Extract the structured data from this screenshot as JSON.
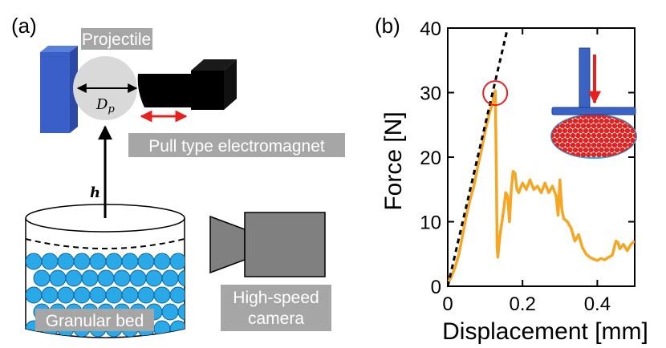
{
  "panel_a": {
    "label": "(a)",
    "projectile_label": "Projectile",
    "diameter_symbol": "D",
    "diameter_subscript": "p",
    "electromagnet_label": "Pull type electromagnet",
    "height_symbol": "h",
    "bed_label": "Granular bed",
    "camera_label_line1": "High-speed",
    "camera_label_line2": "camera",
    "colors": {
      "wall": "#3a5fc8",
      "projectile": "#d9d9d9",
      "magnet": "#000000",
      "arrow": "#e8201e",
      "bead": "#2aa9e8",
      "label_box": "#a6a6a6",
      "camera": "#7f7f7f"
    }
  },
  "panel_b": {
    "label": "(b)",
    "inset_colors": {
      "rod": "#3b63c4",
      "arrow": "#e8201e",
      "beads": "#e8201e",
      "circle": "#d0d0d0"
    },
    "marker_color": "#e8201e"
  },
  "chart_data": {
    "type": "line",
    "xlabel": "Displacement [mm]",
    "ylabel": "Force [N]",
    "xlim": [
      0,
      0.5
    ],
    "ylim": [
      0,
      40
    ],
    "xticks": [
      0,
      0.2,
      0.4
    ],
    "xtick_labels": [
      "0",
      "0.2",
      "0.4"
    ],
    "yticks": [
      0,
      10,
      20,
      30,
      40
    ],
    "ytick_labels": [
      "0",
      "10",
      "20",
      "30",
      "40"
    ],
    "grid": false,
    "series": [
      {
        "color": "#f5a623",
        "style": "solid",
        "points": [
          [
            0,
            0.5
          ],
          [
            0.01,
            1.5
          ],
          [
            0.02,
            3
          ],
          [
            0.03,
            5
          ],
          [
            0.04,
            8
          ],
          [
            0.05,
            11
          ],
          [
            0.06,
            13.5
          ],
          [
            0.07,
            15.5
          ],
          [
            0.08,
            18.5
          ],
          [
            0.09,
            21
          ],
          [
            0.1,
            24
          ],
          [
            0.11,
            26.5
          ],
          [
            0.12,
            28.5
          ],
          [
            0.127,
            30.3
          ],
          [
            0.13,
            18
          ],
          [
            0.132,
            6
          ],
          [
            0.134,
            4.5
          ],
          [
            0.14,
            8
          ],
          [
            0.15,
            12
          ],
          [
            0.155,
            14.5
          ],
          [
            0.16,
            14
          ],
          [
            0.165,
            10
          ],
          [
            0.17,
            15
          ],
          [
            0.175,
            17.8
          ],
          [
            0.18,
            17.5
          ],
          [
            0.185,
            15
          ],
          [
            0.19,
            14.5
          ],
          [
            0.2,
            16
          ],
          [
            0.21,
            15
          ],
          [
            0.22,
            16.5
          ],
          [
            0.23,
            15
          ],
          [
            0.24,
            15.5
          ],
          [
            0.25,
            14.5
          ],
          [
            0.26,
            16
          ],
          [
            0.27,
            14.5
          ],
          [
            0.28,
            15.5
          ],
          [
            0.29,
            14
          ],
          [
            0.295,
            11
          ],
          [
            0.3,
            16.5
          ],
          [
            0.305,
            12
          ],
          [
            0.31,
            10.5
          ],
          [
            0.32,
            10
          ],
          [
            0.33,
            9
          ],
          [
            0.34,
            7
          ],
          [
            0.35,
            8
          ],
          [
            0.36,
            6
          ],
          [
            0.37,
            5
          ],
          [
            0.38,
            4.5
          ],
          [
            0.39,
            4.2
          ],
          [
            0.4,
            4
          ],
          [
            0.41,
            4.3
          ],
          [
            0.42,
            4.1
          ],
          [
            0.43,
            4.5
          ],
          [
            0.44,
            4.8
          ],
          [
            0.45,
            7
          ],
          [
            0.455,
            6.8
          ],
          [
            0.46,
            5.8
          ],
          [
            0.47,
            6.5
          ],
          [
            0.48,
            5.5
          ],
          [
            0.49,
            6.5
          ],
          [
            0.5,
            7
          ]
        ]
      },
      {
        "color": "#000000",
        "style": "dashed",
        "points": [
          [
            0,
            0
          ],
          [
            0.16,
            40
          ]
        ]
      }
    ],
    "annotations": [
      {
        "type": "circle",
        "x": 0.127,
        "y": 30.3,
        "color": "#e8201e"
      }
    ]
  }
}
